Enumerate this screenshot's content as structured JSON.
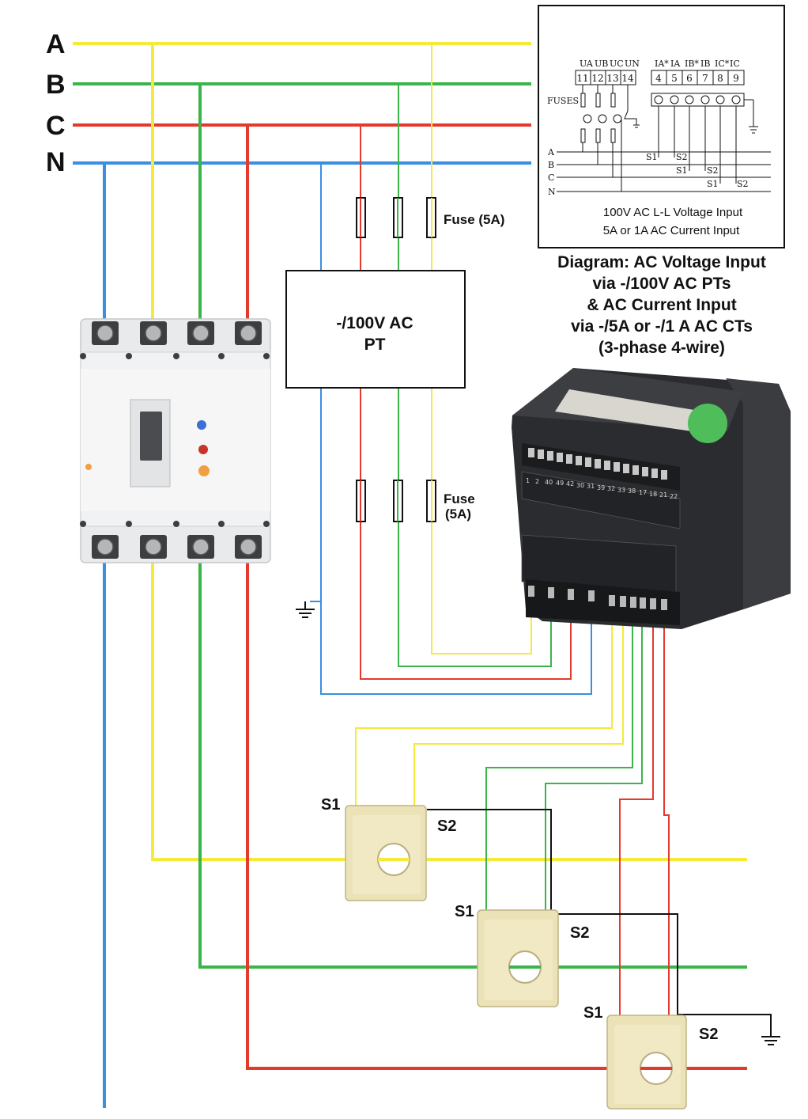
{
  "phases": {
    "a": "A",
    "b": "B",
    "c": "C",
    "n": "N"
  },
  "fuse_top": "Fuse (5A)",
  "fuse_bottom": {
    "line1": "Fuse",
    "line2": "(5A)"
  },
  "pt": {
    "line1": "-/100V AC",
    "line2": "PT"
  },
  "caption": [
    "Diagram: AC Voltage Input",
    "via -/100V AC PTs",
    "& AC Current Input",
    "via -/5A or -/1 A AC CTs",
    "(3-phase 4-wire)"
  ],
  "inset": {
    "voltage_headers": [
      "UA",
      "UB",
      "UC",
      "UN"
    ],
    "voltage_terms": [
      "11",
      "12",
      "13",
      "14"
    ],
    "current_headers": [
      "IA*",
      "IA",
      "IB*",
      "IB",
      "IC*",
      "IC"
    ],
    "current_terms": [
      "4",
      "5",
      "6",
      "7",
      "8",
      "9"
    ],
    "fuses_label": "FUSES",
    "bus_labels": [
      "A",
      "B",
      "C",
      "N"
    ],
    "ct_labels": [
      "S1",
      "S2"
    ],
    "note1": "100V AC L-L Voltage Input",
    "note2": "5A or 1A AC Current Input"
  },
  "ct_labels": {
    "s1": "S1",
    "s2": "S2"
  },
  "meter_terminal_numbers": [
    "1",
    "2",
    "40",
    "49",
    "42",
    "30",
    "31",
    "39",
    "32",
    "33",
    "38",
    "17",
    "18",
    "21",
    "22"
  ],
  "colors": {
    "a": "#f5ea3a",
    "b": "#3bb54a",
    "c": "#e23b2e",
    "n": "#3a8fe0",
    "wire": "#111111"
  }
}
